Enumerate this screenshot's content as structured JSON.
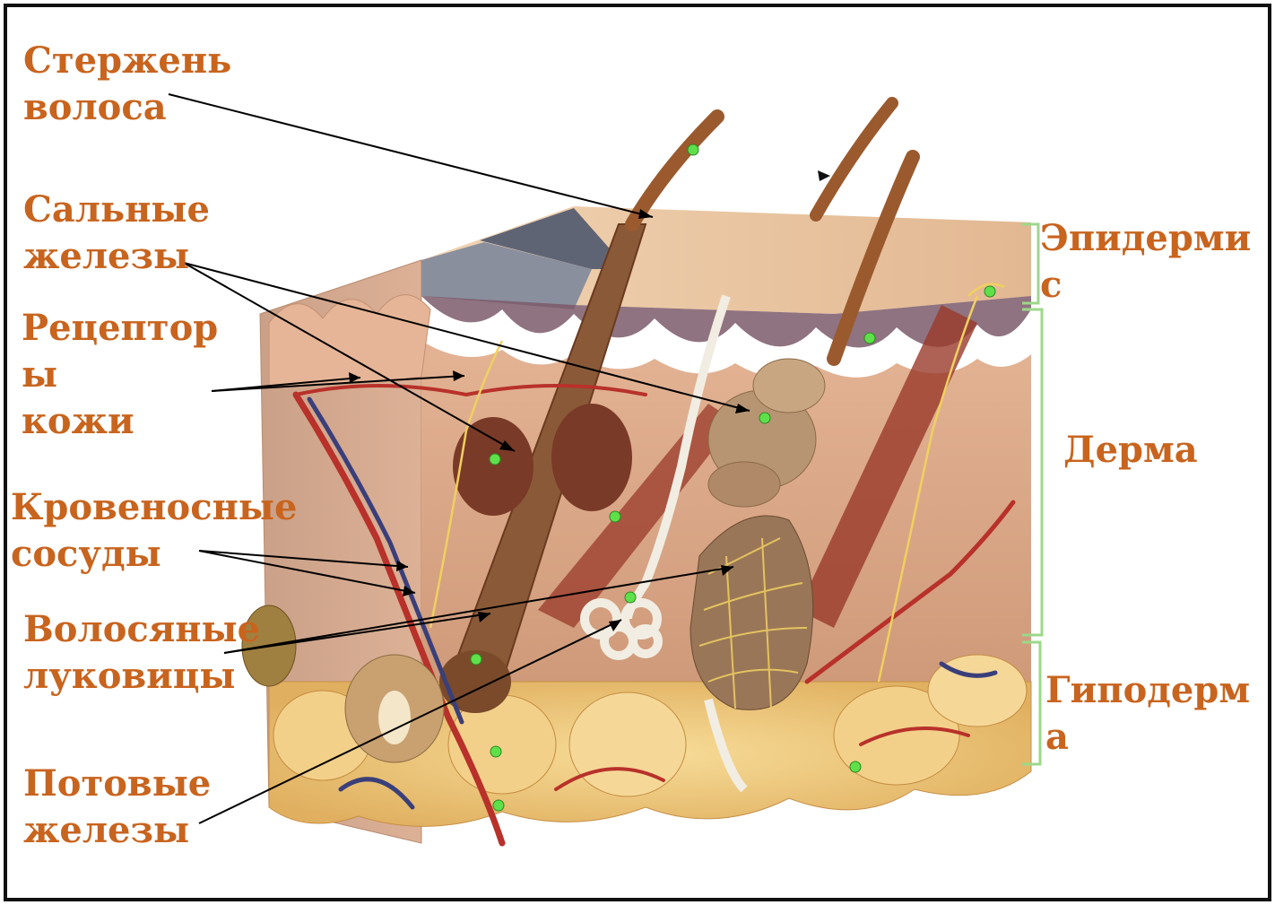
{
  "labels": {
    "hair_shaft": "Стержень\nволоса",
    "sebaceous_glands": "Сальные\nжелезы",
    "skin_receptors": "Рецептор\nы\nкожи",
    "blood_vessels": "Кровеносные\nсосуды",
    "hair_bulbs": "Волосяные\nлуковицы",
    "sweat_glands": "Потовые\nжелезы",
    "epidermis": "Эпидерми\nс",
    "dermis": "Дерма",
    "hypodermis": "Гиподерм\nа"
  },
  "colors": {
    "label_text": "#c8641e",
    "frame": "#111111",
    "bracket": "#9cd88a",
    "marker": "#5fe04a",
    "epidermis_surface": "#e9c7a3",
    "dermis": "#d9a88a",
    "hypodermis_fat": "#f0c878",
    "hair": "#9a5a2e",
    "artery": "#b8312a",
    "vein": "#3a3f7a",
    "nerve": "#f0d060",
    "sweat_duct": "#f2ede2"
  }
}
